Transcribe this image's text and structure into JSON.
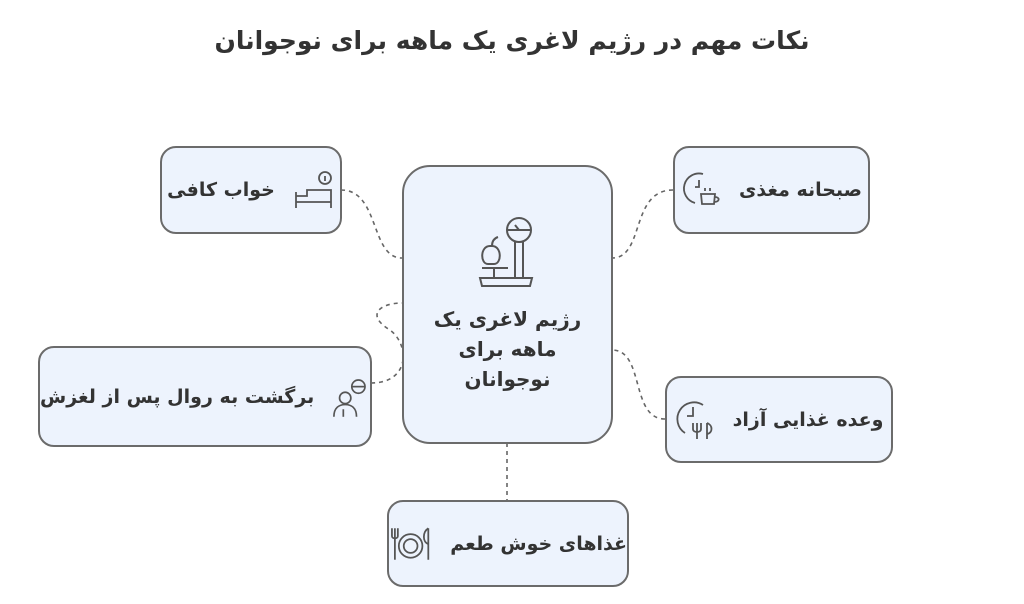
{
  "title": "نکات مهم در رژیم لاغری یک ماهه برای نوجوانان",
  "center": {
    "label": "رژیم لاغری یک ماهه برای نوجوانان",
    "icon": "scale-apple-icon"
  },
  "nodes": {
    "sleep": {
      "label": "خواب کافی",
      "icon": "bed-icon"
    },
    "breakfast": {
      "label": "صبحانه مغذی",
      "icon": "clock-coffee-icon"
    },
    "relapse": {
      "label": "برگشت به روال پس از لغزش",
      "icon": "person-return-icon"
    },
    "free_meal": {
      "label": "وعده غذایی آزاد",
      "icon": "clock-cutlery-icon"
    },
    "tasty_food": {
      "label": "غذاهای خوش طعم",
      "icon": "plate-heart-icon"
    }
  },
  "colors": {
    "box_fill": "#edf3fd",
    "border": "#6b6b6b",
    "text": "#333333"
  }
}
